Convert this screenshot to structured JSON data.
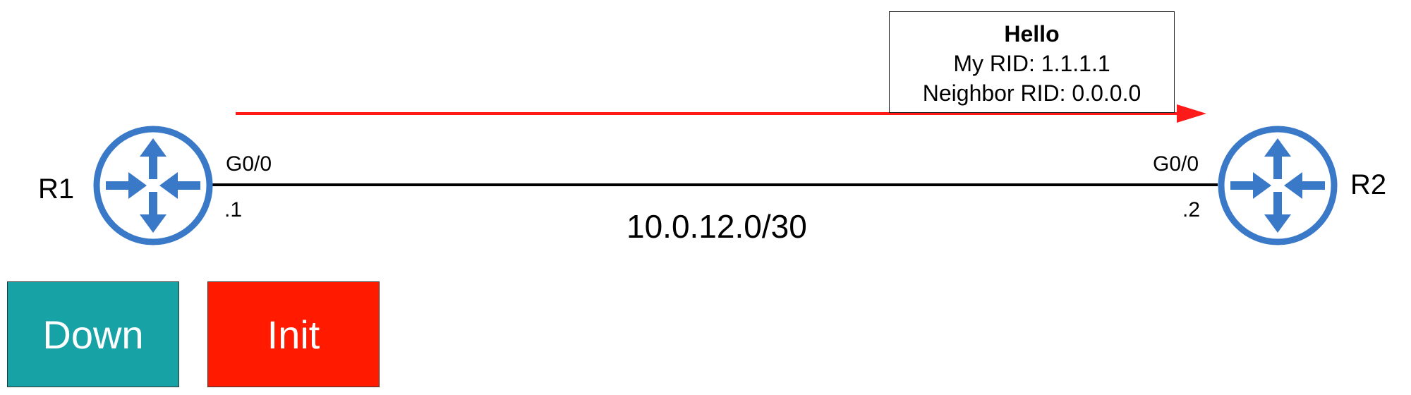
{
  "routers": [
    {
      "name": "R1",
      "interface": "G0/0",
      "address": ".1"
    },
    {
      "name": "R2",
      "interface": "G0/0",
      "address": ".2"
    }
  ],
  "subnet": "10.0.12.0/30",
  "packet": {
    "title": "Hello",
    "lines": [
      "My RID: 1.1.1.1",
      "Neighbor RID: 0.0.0.0"
    ],
    "direction": "R1 to R2",
    "arrow_color": "#ff1a1a"
  },
  "states": [
    {
      "label": "Down",
      "color": "#17a2a6"
    },
    {
      "label": "Init",
      "color": "#ff1a00"
    }
  ],
  "colors": {
    "router": "#3a78c8",
    "link": "#000000"
  }
}
